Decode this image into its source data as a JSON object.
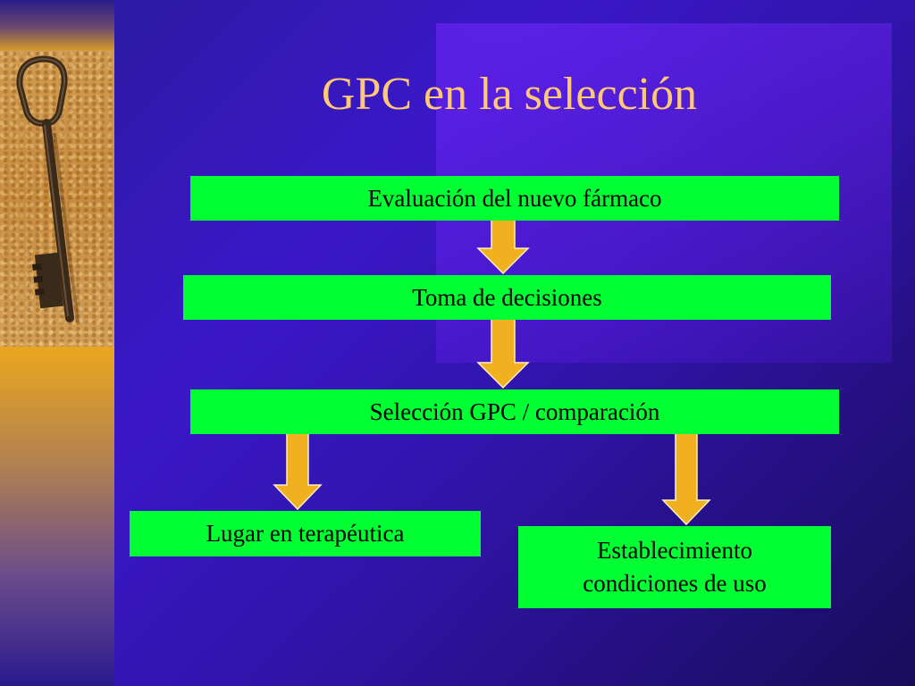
{
  "slide": {
    "title": "GPC en la selección",
    "colors": {
      "background": "#3a18c8",
      "title": "#ffc875",
      "box_fill": "#00ff33",
      "arrow_fill": "#f0b020"
    },
    "image": "antique-key-photo"
  },
  "flow": {
    "step1": "Evaluación del nuevo fármaco",
    "step2": "Toma de decisiones",
    "step3": "Selección GPC / comparación",
    "branch_left": "Lugar en terapéutica",
    "branch_right": [
      "Establecimiento",
      "condiciones de uso"
    ]
  }
}
